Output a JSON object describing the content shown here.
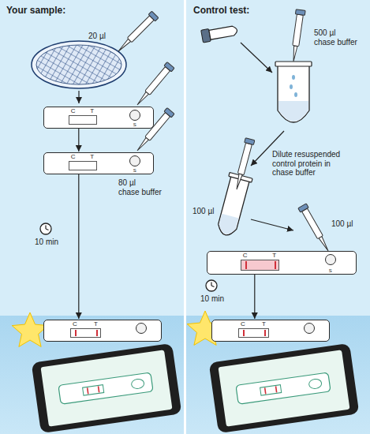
{
  "diagram": {
    "nodes": [
      {
        "text": [
          "Your sample:"
        ]
      },
      {
        "text": [
          "C",
          "T",
          "S"
        ],
        "in": 0
      },
      {
        "text": [
          "C",
          "T",
          "S"
        ],
        "in": 0
      },
      {
        "text": [
          "C",
          "T"
        ],
        "in": 0
      },
      {
        "text": [
          "Control test:"
        ]
      },
      {
        "text": [
          "C",
          "T",
          "S"
        ],
        "in": 4
      },
      {
        "text": [
          "C",
          "T"
        ],
        "in": 4
      }
    ],
    "edges": [
      {
        "from": 1,
        "to": 2,
        "arrow": "to"
      },
      {
        "from": 2,
        "to": 3,
        "arrow": "to"
      },
      {
        "from": 5,
        "to": 6,
        "arrow": "to"
      }
    ],
    "labels": [
      "20 µl",
      "80 µl chase buffer",
      "10 min",
      "500 µl chase buffer",
      "Dilute resuspended control protein in chase buffer",
      "100 µl",
      "100 µl",
      "10 min"
    ]
  }
}
